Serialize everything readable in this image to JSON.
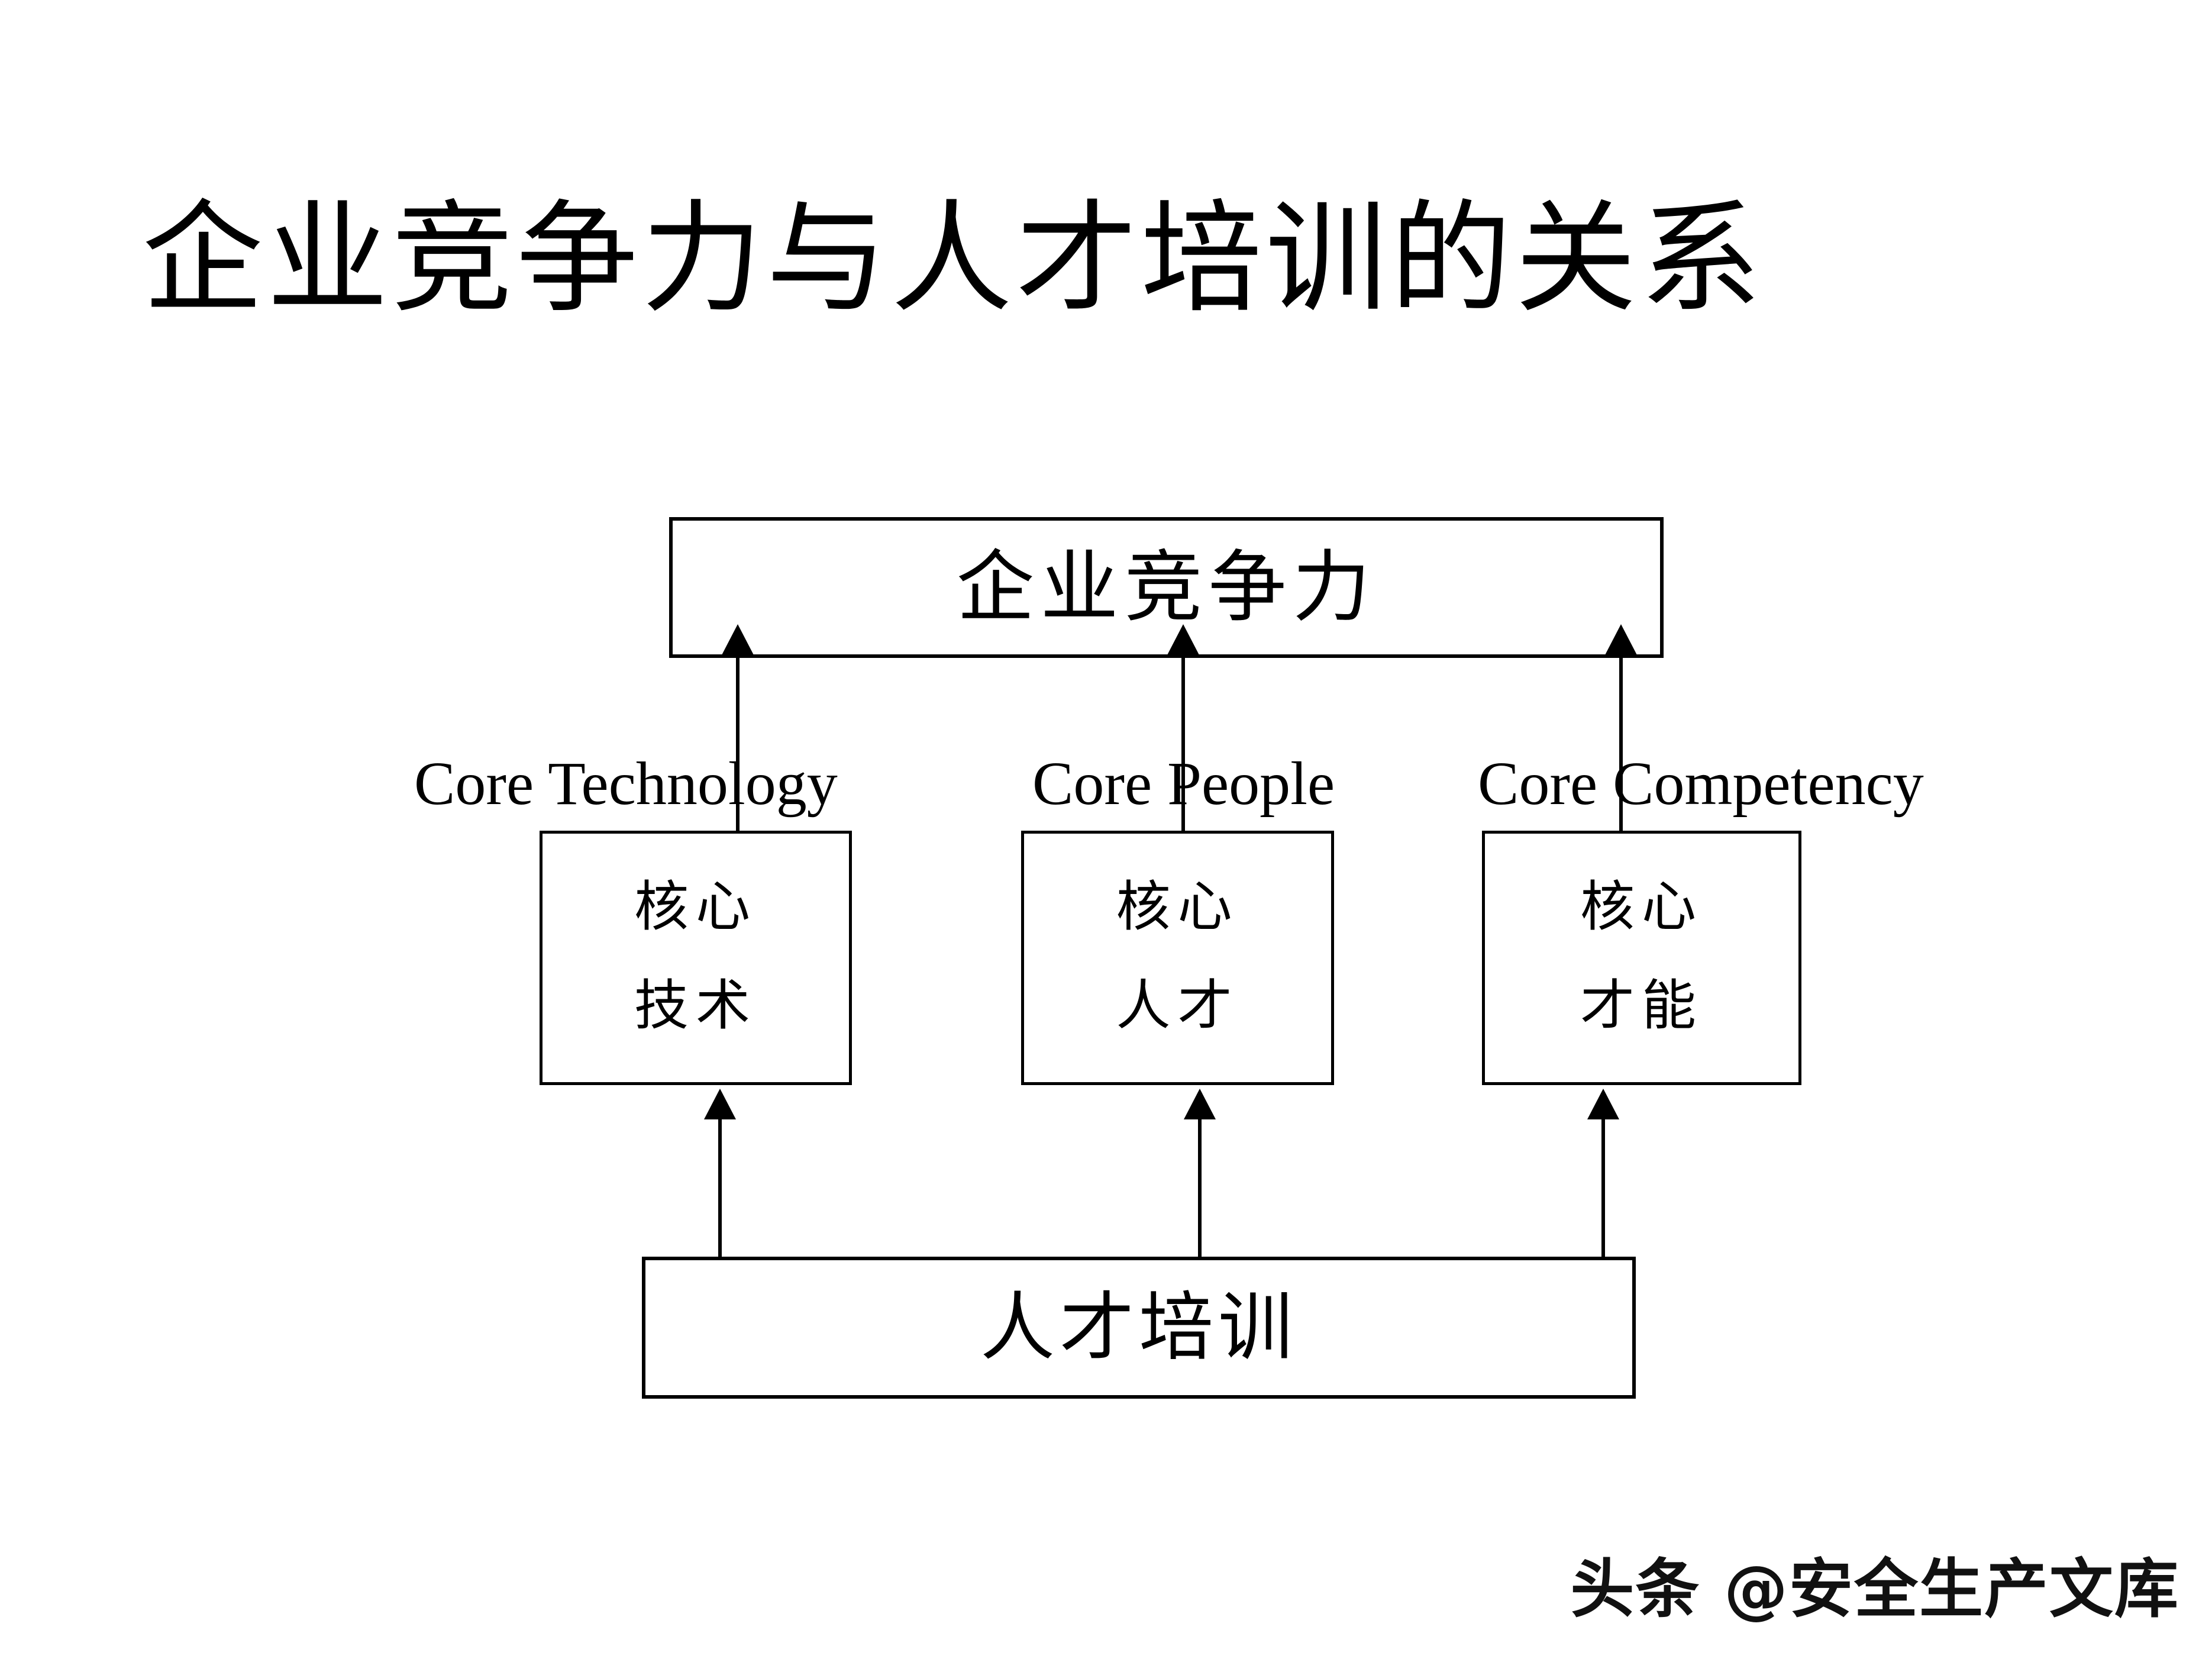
{
  "slide": {
    "title": "企业竞争力与人才培训的关系",
    "background_color": "#ffffff",
    "text_color": "#000000"
  },
  "diagram": {
    "top_box": {
      "label": "企业竞争力"
    },
    "bottom_box": {
      "label": "人才培训"
    },
    "captions": [
      {
        "id": "core-technology",
        "text": "Core Technology"
      },
      {
        "id": "core-people",
        "text": "Core People"
      },
      {
        "id": "core-competency",
        "text": "Core Competency"
      }
    ],
    "pillars": [
      {
        "id": "core-technology",
        "line1": "核心",
        "line2": "技术"
      },
      {
        "id": "core-people",
        "line1": "核心",
        "line2": "人才"
      },
      {
        "id": "core-competency",
        "line1": "核心",
        "line2": "才能"
      }
    ],
    "arrows": [
      {
        "id": "training-to-core-technology",
        "direction": "up"
      },
      {
        "id": "training-to-core-people",
        "direction": "up"
      },
      {
        "id": "training-to-core-competency",
        "direction": "up"
      },
      {
        "id": "core-technology-to-competitiveness",
        "direction": "up"
      },
      {
        "id": "core-people-to-competitiveness",
        "direction": "up"
      },
      {
        "id": "core-competency-to-competitiveness",
        "direction": "up"
      }
    ]
  },
  "watermark": {
    "text": "头条 @安全生产文库"
  }
}
